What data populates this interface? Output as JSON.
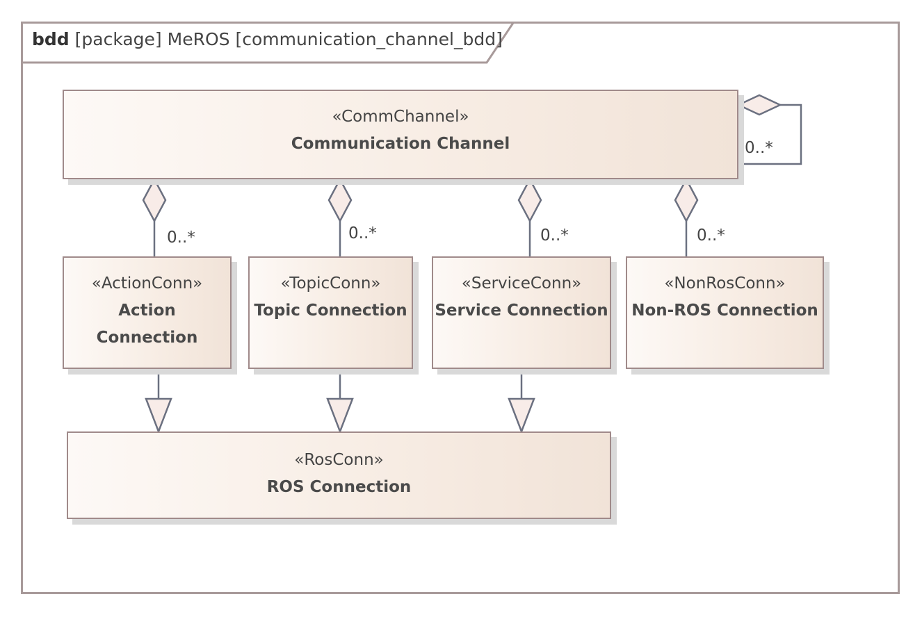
{
  "frame": {
    "kind": "bdd",
    "header": "[package] MeROS [communication_channel_bdd]"
  },
  "blocks": {
    "comm_channel": {
      "stereotype": "«CommChannel»",
      "name": "Communication Channel"
    },
    "action_conn": {
      "stereotype": "«ActionConn»",
      "name_line1": "Action",
      "name_line2": "Connection"
    },
    "topic_conn": {
      "stereotype": "«TopicConn»",
      "name": "Topic Connection"
    },
    "service_conn": {
      "stereotype": "«ServiceConn»",
      "name": "Service Connection"
    },
    "nonros_conn": {
      "stereotype": "«NonRosConn»",
      "name": "Non-ROS Connection"
    },
    "ros_conn": {
      "stereotype": "«RosConn»",
      "name": "ROS Connection"
    }
  },
  "multiplicities": {
    "self": "0..*",
    "action": "0..*",
    "topic": "0..*",
    "service": "0..*",
    "nonros": "0..*"
  },
  "colors": {
    "line": "#6b7080",
    "block_border": "#a08a8a",
    "frame_border": "#a89a9a",
    "marker_fill": "#f8ece8"
  }
}
